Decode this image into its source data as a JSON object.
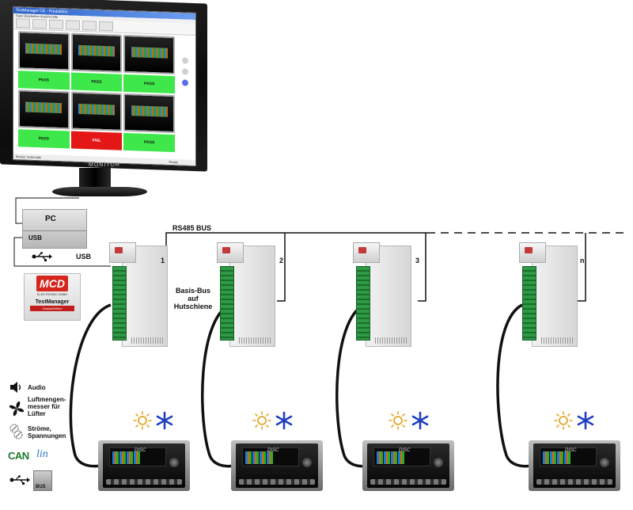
{
  "monitor": {
    "label": "MONITOR",
    "window_title": "TestManager CE - Produktion",
    "menu": "Datei  Bearbeiten  Ansicht  Hilfe",
    "status_left": "Modus: Automatik",
    "status_right": "Ready",
    "results": [
      "PASS",
      "PASS",
      "PASS",
      "PASS",
      "FAIL",
      "PASS"
    ]
  },
  "pc": {
    "label": "PC",
    "usb_label": "USB"
  },
  "usb_cable_label": "USB",
  "mcd_logo": {
    "brand": "MCD",
    "company": "ELEKTRONIK GMBH",
    "product": "TestManager",
    "edition": "ClassicEdition"
  },
  "bus": {
    "label": "RS485 BUS",
    "basis_label": "Basis-Bus auf Hutschiene"
  },
  "modules": [
    {
      "number": "1"
    },
    {
      "number": "2"
    },
    {
      "number": "3"
    },
    {
      "number": "n"
    }
  ],
  "head_units": [
    {
      "display": "DISC"
    },
    {
      "display": "DISC"
    },
    {
      "display": "DISC"
    },
    {
      "display": "DISC"
    }
  ],
  "legend": {
    "audio": "Audio",
    "airflow": "Luftmengen-messer für Lüfter",
    "currents": "Ströme, Spannungen",
    "can": "CAN",
    "lin": "lin",
    "bus": "BUS"
  },
  "icons": {
    "audio": "speaker-icon",
    "airflow": "fan-icon",
    "currents": "meter-icon",
    "usb": "usb-icon",
    "heat": "sun-icon",
    "cold": "snowflake-icon"
  },
  "colors": {
    "pass": "#3ee84a",
    "fail": "#e51616",
    "brand": "#d6251c",
    "cold": "#1f3fc0",
    "heat": "#e0a72a"
  }
}
